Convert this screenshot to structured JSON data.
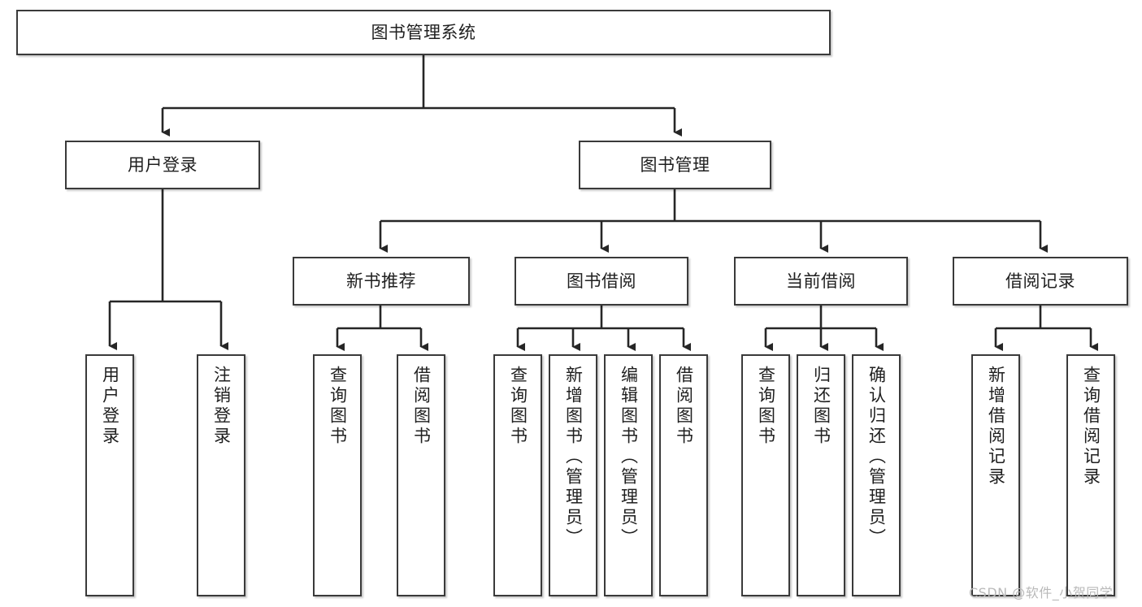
{
  "diagram": {
    "title": "图书管理系统",
    "type": "hierarchy-tree",
    "colors": {
      "box_border": "#3a3a3a",
      "box_fill": "#ffffff",
      "connector": "#262626",
      "text": "#1f1f1f",
      "watermark": "#b9b9b9",
      "background": "#ffffff"
    },
    "root": {
      "label": "图书管理系统"
    },
    "level2": [
      {
        "label": "用户登录"
      },
      {
        "label": "图书管理"
      }
    ],
    "level3": [
      {
        "label": "新书推荐"
      },
      {
        "label": "图书借阅"
      },
      {
        "label": "当前借阅"
      },
      {
        "label": "借阅记录"
      }
    ],
    "leaves": {
      "user_login": [
        {
          "label": "用户登录"
        },
        {
          "label": "注销登录"
        }
      ],
      "new_book_recommend": [
        {
          "label": "查询图书"
        },
        {
          "label": "借阅图书"
        }
      ],
      "book_borrow": [
        {
          "label": "查询图书"
        },
        {
          "label": "新增图书（管理员）"
        },
        {
          "label": "编辑图书（管理员）"
        },
        {
          "label": "借阅图书"
        }
      ],
      "current_borrow": [
        {
          "label": "查询图书"
        },
        {
          "label": "归还图书"
        },
        {
          "label": "确认归还（管理员）"
        }
      ],
      "borrow_record": [
        {
          "label": "新增借阅记录"
        },
        {
          "label": "查询借阅记录"
        }
      ]
    },
    "watermark": "CSDN @软件_小贺同学"
  }
}
